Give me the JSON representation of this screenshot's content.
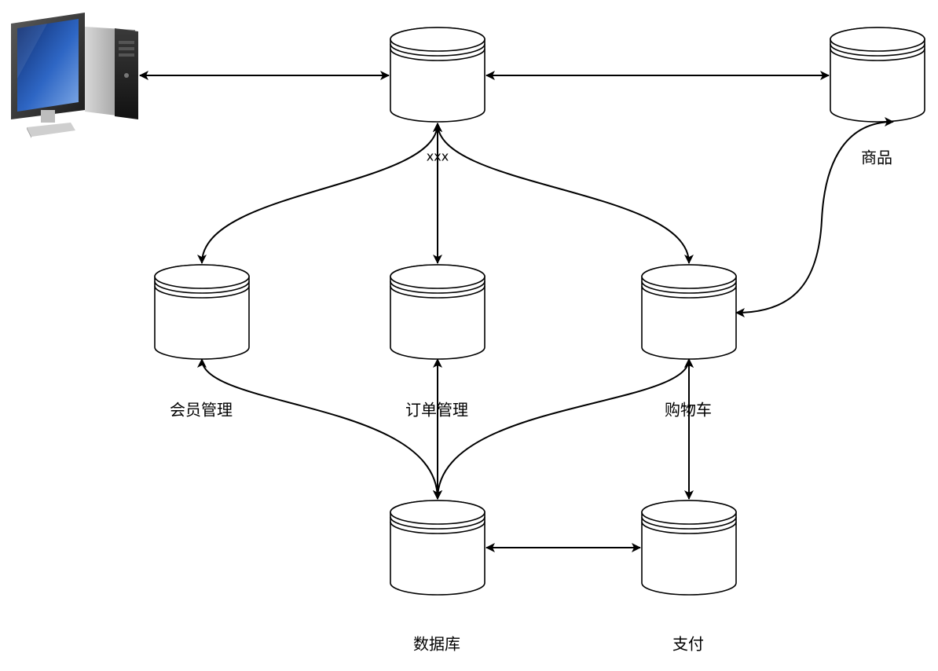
{
  "diagram": {
    "nodes": [
      {
        "id": "client",
        "kind": "computer",
        "label": ""
      },
      {
        "id": "gateway",
        "kind": "cylinder",
        "label": "xxx"
      },
      {
        "id": "goods",
        "kind": "cylinder",
        "label": "商品"
      },
      {
        "id": "member",
        "kind": "cylinder",
        "label": "会员管理"
      },
      {
        "id": "order",
        "kind": "cylinder",
        "label": "订单管理"
      },
      {
        "id": "cart",
        "kind": "cylinder",
        "label": "购物车"
      },
      {
        "id": "database",
        "kind": "cylinder",
        "label": "数据库"
      },
      {
        "id": "payment",
        "kind": "cylinder",
        "label": "支付"
      }
    ],
    "edges": [
      {
        "from": "client",
        "to": "gateway",
        "bidirectional": true
      },
      {
        "from": "gateway",
        "to": "goods",
        "bidirectional": true
      },
      {
        "from": "gateway",
        "to": "member",
        "bidirectional": true
      },
      {
        "from": "gateway",
        "to": "order",
        "bidirectional": true
      },
      {
        "from": "gateway",
        "to": "cart",
        "bidirectional": true
      },
      {
        "from": "goods",
        "to": "cart",
        "bidirectional": true
      },
      {
        "from": "member",
        "to": "database",
        "bidirectional": true
      },
      {
        "from": "order",
        "to": "database",
        "bidirectional": true
      },
      {
        "from": "cart",
        "to": "database",
        "bidirectional": true
      },
      {
        "from": "cart",
        "to": "payment",
        "bidirectional": true
      },
      {
        "from": "database",
        "to": "payment",
        "bidirectional": true
      }
    ]
  },
  "colors": {
    "stroke": "#000000",
    "fill": "#ffffff"
  }
}
